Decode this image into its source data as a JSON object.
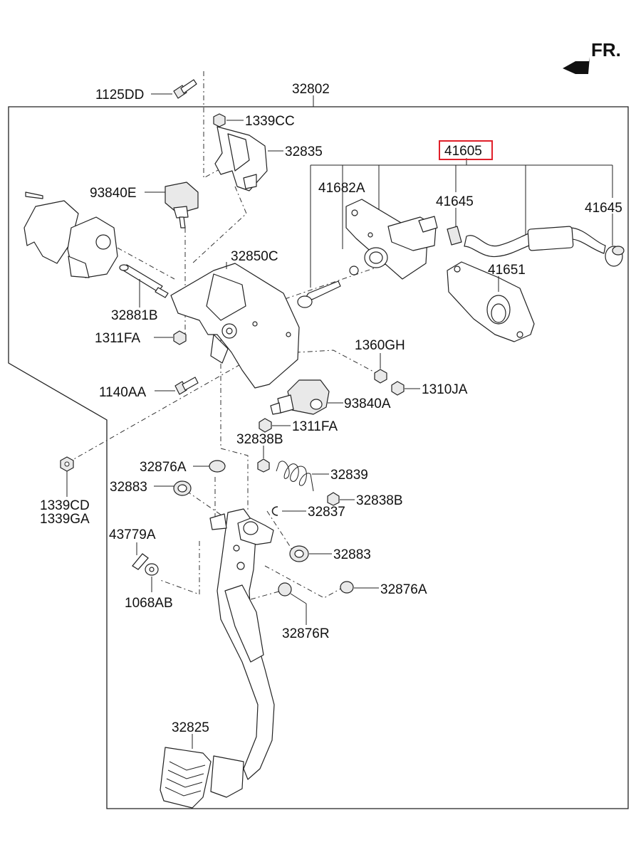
{
  "direction_label": "FR.",
  "assembly_number": "32802",
  "highlighted_part": "41605",
  "highlight_color": "#e0202a",
  "labels": {
    "p1125DD": "1125DD",
    "p1339CC": "1339CC",
    "p32835": "32835",
    "p93840E": "93840E",
    "p32850C": "32850C",
    "p32881B": "32881B",
    "p1311FA_a": "1311FA",
    "p1140AA": "1140AA",
    "p1339CD": "1339CD",
    "p1339GA": "1339GA",
    "p41682A": "41682A",
    "p41645_a": "41645",
    "p41645_b": "41645",
    "p41651": "41651",
    "p1360GH": "1360GH",
    "p1310JA": "1310JA",
    "p93840A": "93840A",
    "p1311FA_b": "1311FA",
    "p32838B_a": "32838B",
    "p32839": "32839",
    "p32838B_b": "32838B",
    "p32876A_a": "32876A",
    "p32883_a": "32883",
    "p32837": "32837",
    "p32883_b": "32883",
    "p43779A": "43779A",
    "p1068AB": "1068AB",
    "p32876A_b": "32876A",
    "p32876R": "32876R",
    "p32825": "32825"
  }
}
